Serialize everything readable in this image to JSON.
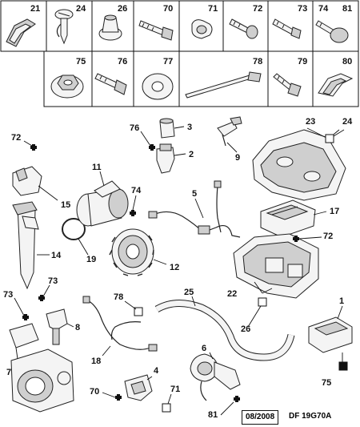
{
  "fastener_grid": {
    "row1": [
      "21",
      "24",
      "26",
      "70",
      "71",
      "72",
      "73",
      "74",
      "81"
    ],
    "row2": [
      "75",
      "76",
      "77",
      "78",
      "79",
      "80"
    ]
  },
  "callouts": [
    "72",
    "15",
    "14",
    "11",
    "74",
    "19",
    "12",
    "76",
    "3",
    "2",
    "9",
    "23",
    "24",
    "5",
    "17",
    "72",
    "22",
    "25",
    "26",
    "73",
    "73",
    "8",
    "7",
    "78",
    "18",
    "4",
    "70",
    "71",
    "6",
    "81",
    "1",
    "75"
  ],
  "footer": {
    "date": "08/2008",
    "code": "DF 19G70A"
  },
  "colors": {
    "line": "#222222",
    "fill": "#f4f4f4",
    "shade": "#cfcfcf"
  },
  "markers": {
    "cross": "cross-mark-icon",
    "open_square": "open-square-mark-icon",
    "filled_square": "filled-square-mark-icon"
  }
}
